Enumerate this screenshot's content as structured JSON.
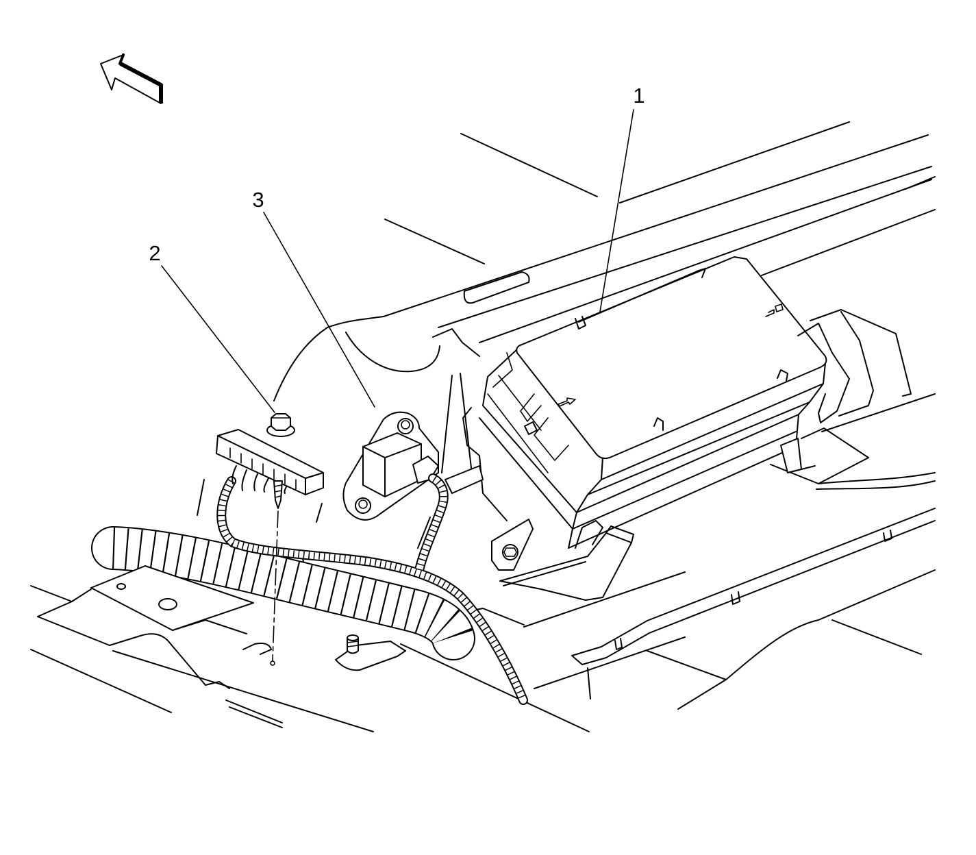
{
  "figure": {
    "callouts": [
      {
        "label": "1"
      },
      {
        "label": "2"
      },
      {
        "label": "3"
      }
    ]
  },
  "icons": {
    "orientation": "direction-arrow-icon"
  },
  "colors": {
    "line": "#000000",
    "background": "#ffffff"
  }
}
